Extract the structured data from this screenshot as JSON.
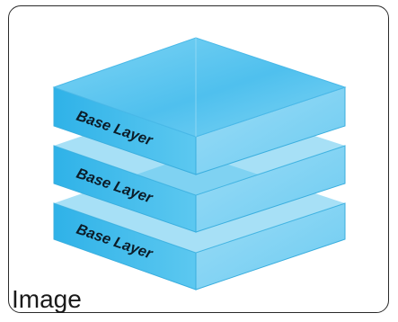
{
  "frame": {
    "caption": "Image"
  },
  "stack": {
    "layers": [
      {
        "label": "Base Layer"
      },
      {
        "label": "Base Layer"
      },
      {
        "label": "Base Layer"
      }
    ]
  },
  "colors": {
    "front_face": "#45bfed",
    "right_face": "#8fd9f5",
    "top_face": "#6acdf2",
    "edge": "#2aa3d6",
    "frame_border": "#2a2a2a"
  }
}
